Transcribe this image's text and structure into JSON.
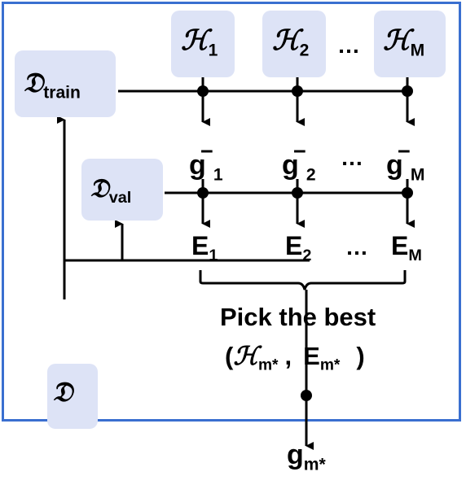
{
  "datasets": {
    "train": {
      "symbol": "𝔇",
      "sub": "train"
    },
    "val": {
      "symbol": "𝔇",
      "sub": "val"
    },
    "full": {
      "symbol": "𝔇",
      "sub": ""
    }
  },
  "hypotheses": [
    {
      "symbol": "ℋ",
      "sub": "1"
    },
    {
      "symbol": "ℋ",
      "sub": "2"
    },
    {
      "symbol": "ℋ",
      "sub": "M"
    }
  ],
  "models": [
    {
      "symbol": "g",
      "sub": "1",
      "mark": "−"
    },
    {
      "symbol": "g",
      "sub": "2",
      "mark": "−"
    },
    {
      "symbol": "g",
      "sub": "M",
      "mark": "−"
    }
  ],
  "errors": [
    {
      "symbol": "E",
      "sub": "1"
    },
    {
      "symbol": "E",
      "sub": "2"
    },
    {
      "symbol": "E",
      "sub": "M"
    }
  ],
  "ellipsis": "…",
  "pick": {
    "line1": "Pick the best",
    "open_paren": "(",
    "h_symbol": "ℋ",
    "h_sub": "m*",
    "comma": ",",
    "e_symbol": "E",
    "e_sub": "m*",
    "close_paren": ")"
  },
  "output": {
    "symbol": "g",
    "sub": "m*"
  }
}
